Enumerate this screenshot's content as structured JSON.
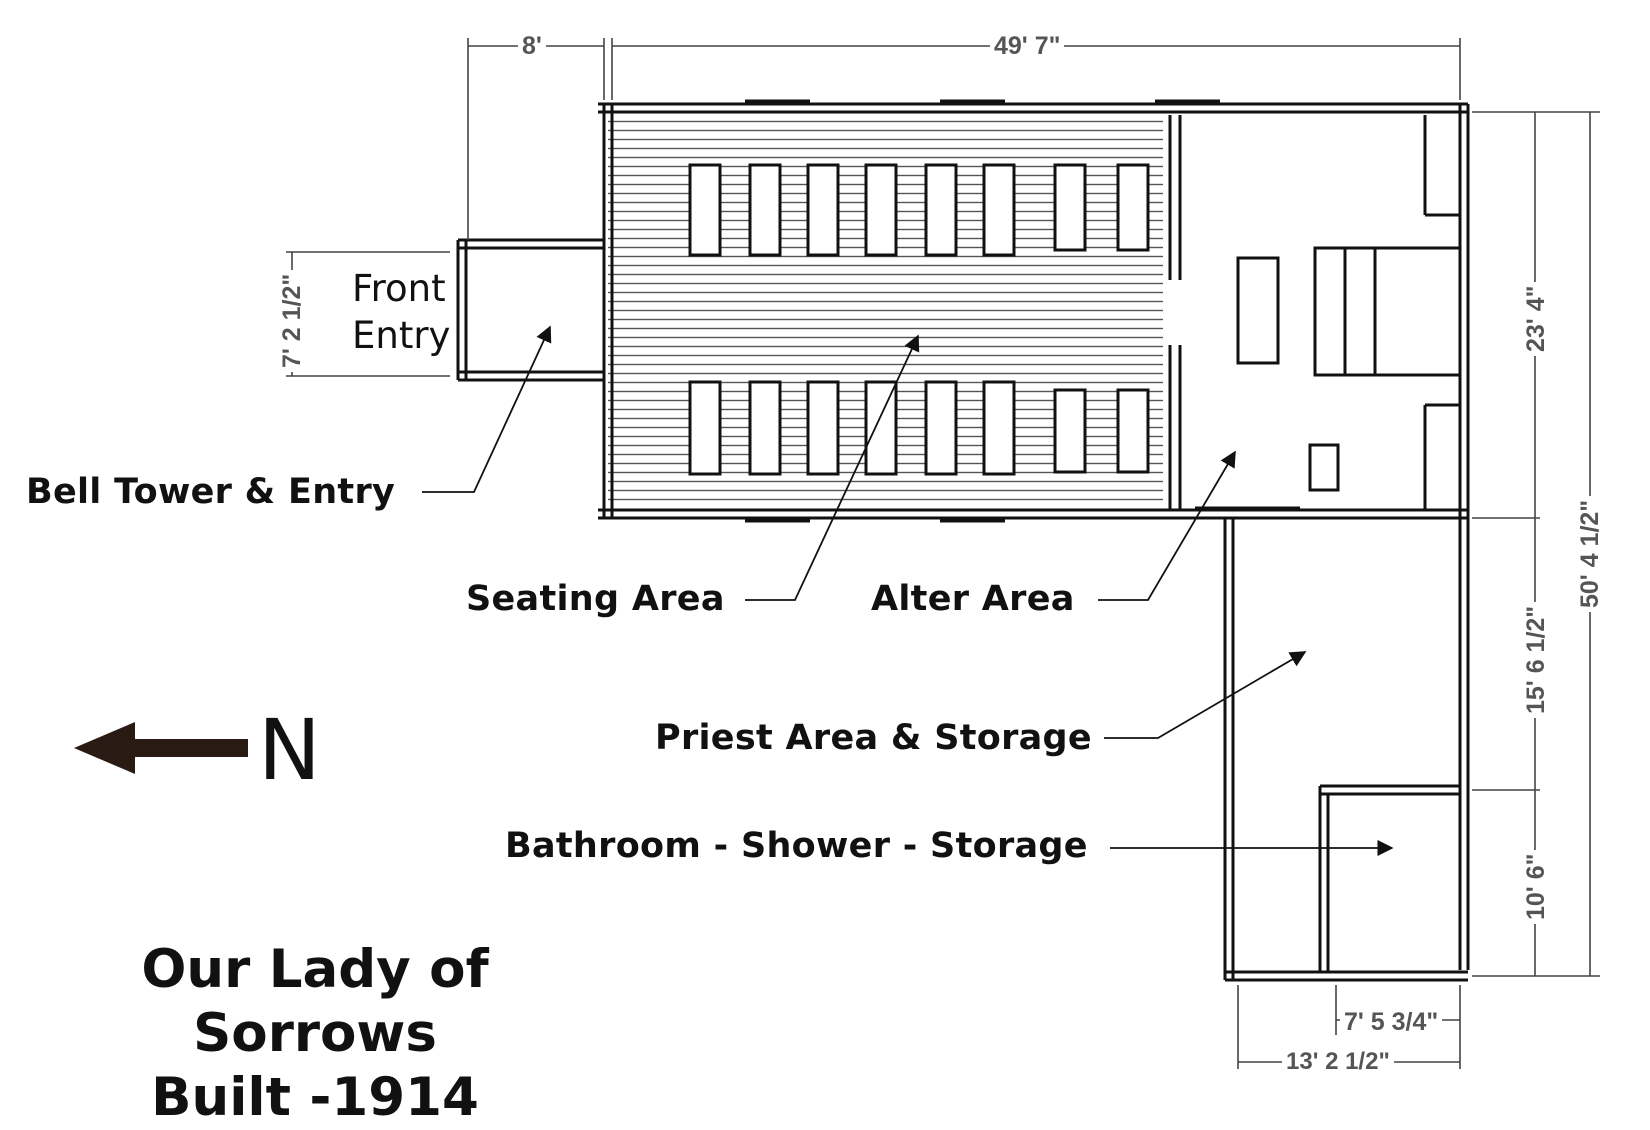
{
  "title": {
    "line1": "Our Lady of Sorrows",
    "line2": "Built -1914"
  },
  "compass": {
    "letter": "N"
  },
  "labels": {
    "front_entry_line1": "Front",
    "front_entry_line2": "Entry",
    "bell_tower": "Bell Tower & Entry",
    "seating": "Seating Area",
    "alter": "Alter Area",
    "priest": "Priest Area & Storage",
    "bathroom": "Bathroom - Shower - Storage"
  },
  "dimensions": {
    "tower_width": "8'",
    "nave_length": "49' 7\"",
    "entry_width": "7' 2 1/2\"",
    "nave_width": "23' 4\"",
    "total_depth": "50' 4 1/2\"",
    "priest_depth": "15' 6 1/2\"",
    "bath_depth": "10' 6\"",
    "bath_width": "7' 5 3/4\"",
    "wing_width": "13' 2 1/2\""
  },
  "colors": {
    "ink": "#111111",
    "dim_text": "#555555",
    "arrow_fill": "#2a1a14"
  }
}
